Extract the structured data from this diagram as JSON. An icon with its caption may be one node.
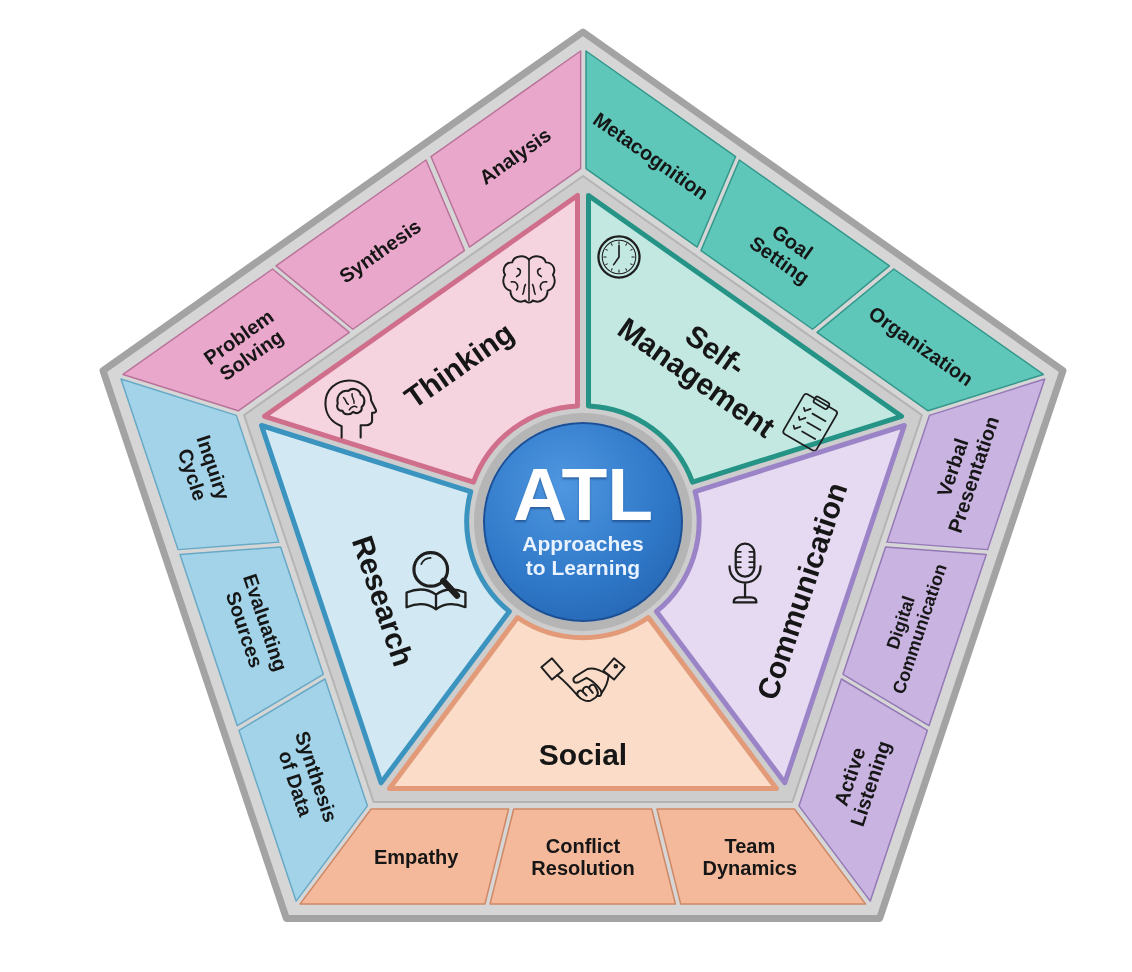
{
  "diagram": {
    "nodes": [
      {
        "text": [
          "ATL",
          "Approaches to Learning"
        ]
      },
      {
        "text": [
          "Thinking"
        ]
      },
      {
        "text": [
          "Self-Management"
        ]
      },
      {
        "text": [
          "Communication"
        ]
      },
      {
        "text": [
          "Social"
        ]
      },
      {
        "text": [
          "Research"
        ]
      },
      {
        "text": [
          "Problem Solving"
        ]
      },
      {
        "text": [
          "Synthesis"
        ]
      },
      {
        "text": [
          "Analysis"
        ]
      },
      {
        "text": [
          "Metacognition"
        ]
      },
      {
        "text": [
          "Goal Setting"
        ]
      },
      {
        "text": [
          "Organization"
        ]
      },
      {
        "text": [
          "Verbal Presentation"
        ]
      },
      {
        "text": [
          "Digital Communication"
        ]
      },
      {
        "text": [
          "Active Listening"
        ]
      },
      {
        "text": [
          "Empathy"
        ]
      },
      {
        "text": [
          "Conflict Resolution"
        ]
      },
      {
        "text": [
          "Team Dynamics"
        ]
      },
      {
        "text": [
          "Inquiry Cycle"
        ]
      },
      {
        "text": [
          "Evaluating Sources"
        ]
      },
      {
        "text": [
          "Synthesis of Data"
        ]
      }
    ]
  }
}
